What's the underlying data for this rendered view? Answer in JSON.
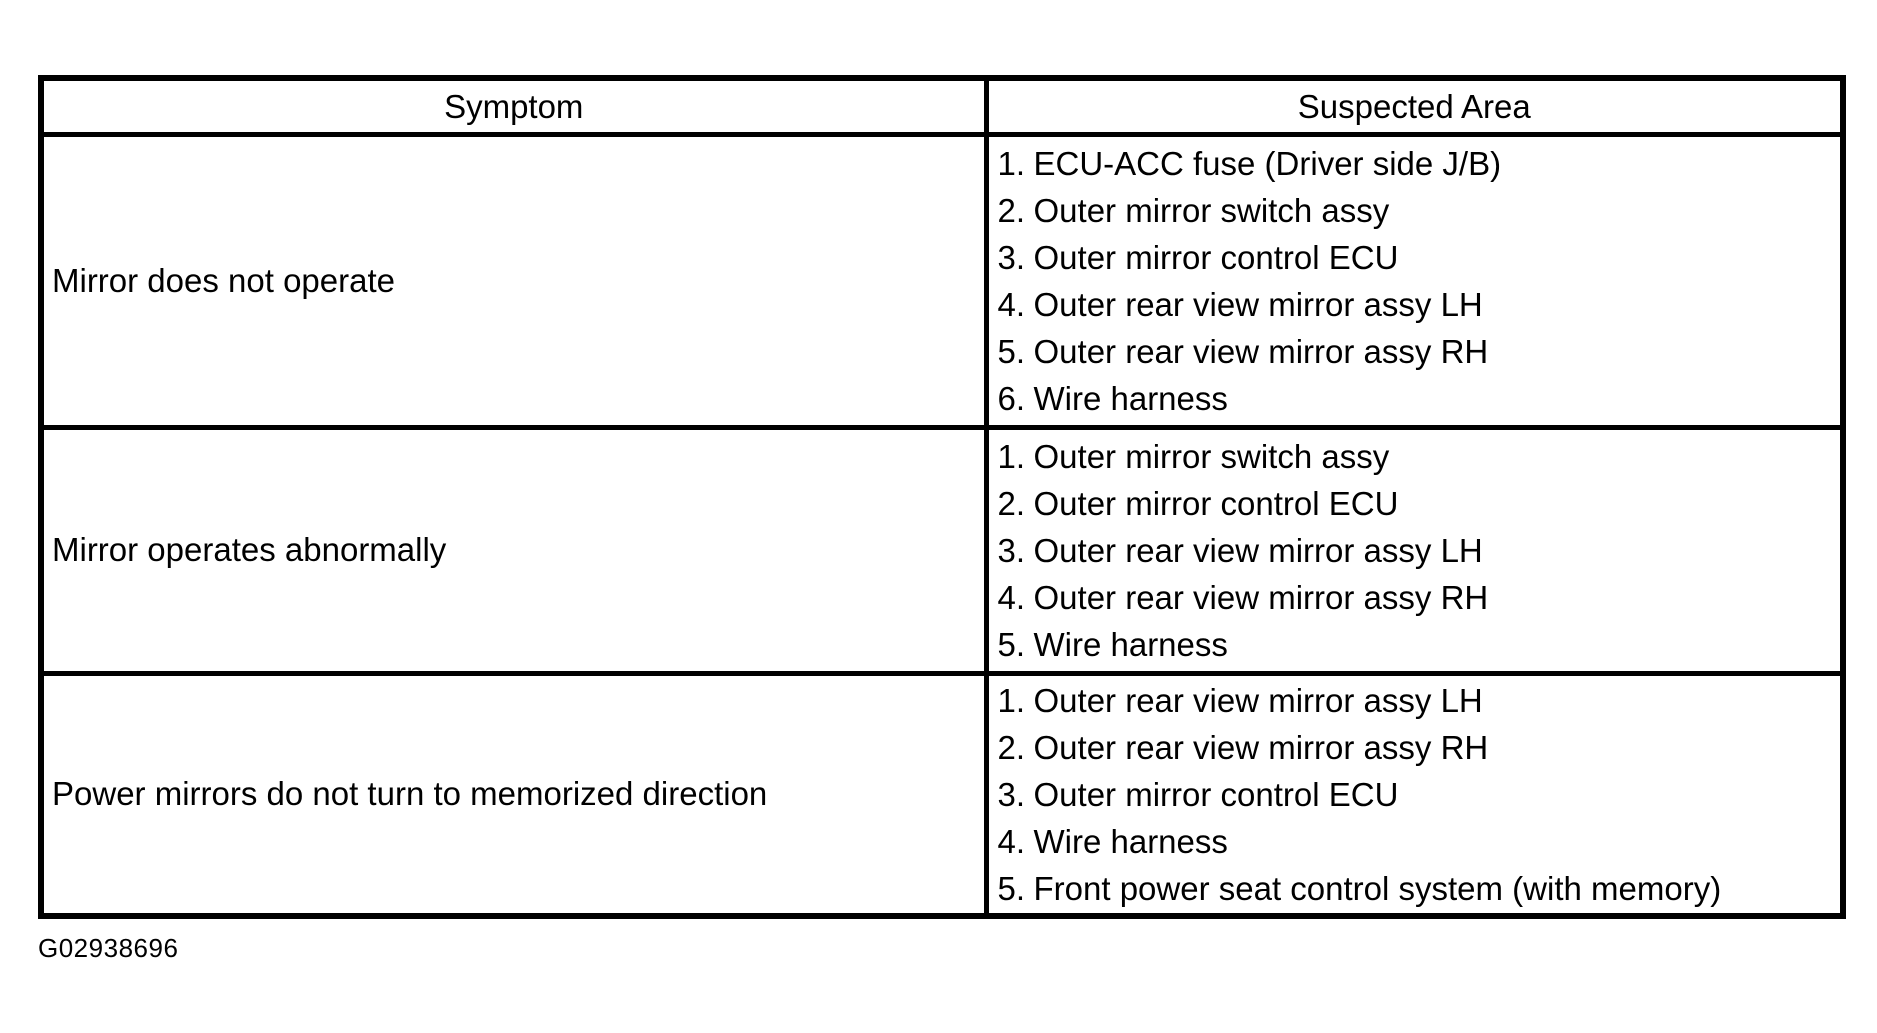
{
  "figure_code": "G02938696",
  "colors": {
    "text": "#000000",
    "background": "#ffffff",
    "border": "#000000"
  },
  "table": {
    "headers": [
      "Symptom",
      "Suspected Area"
    ],
    "rows": [
      {
        "symptom": "Mirror does not operate",
        "suspected_areas": [
          {
            "num": "1.",
            "text": "ECU-ACC fuse (Driver side J/B)"
          },
          {
            "num": "2.",
            "text": "Outer mirror switch assy"
          },
          {
            "num": "3.",
            "text": "Outer mirror control ECU"
          },
          {
            "num": "4.",
            "text": "Outer rear view mirror assy LH"
          },
          {
            "num": "5.",
            "text": "Outer rear view mirror assy RH"
          },
          {
            "num": "6.",
            "text": "Wire harness"
          }
        ]
      },
      {
        "symptom": "Mirror operates abnormally",
        "suspected_areas": [
          {
            "num": "1.",
            "text": "Outer mirror switch assy"
          },
          {
            "num": "2.",
            "text": "Outer mirror control ECU"
          },
          {
            "num": "3.",
            "text": "Outer rear view mirror assy LH"
          },
          {
            "num": "4.",
            "text": "Outer rear view mirror assy RH"
          },
          {
            "num": "5.",
            "text": "Wire harness"
          }
        ]
      },
      {
        "symptom": "Power mirrors do not turn to memorized direction",
        "suspected_areas": [
          {
            "num": "1.",
            "text": "Outer rear view mirror assy LH"
          },
          {
            "num": "2.",
            "text": "Outer rear view mirror assy RH"
          },
          {
            "num": "3.",
            "text": "Outer mirror control ECU"
          },
          {
            "num": "4.",
            "text": "Wire harness"
          },
          {
            "num": "5.",
            "text": "Front power seat control system (with memory)"
          }
        ]
      }
    ]
  }
}
